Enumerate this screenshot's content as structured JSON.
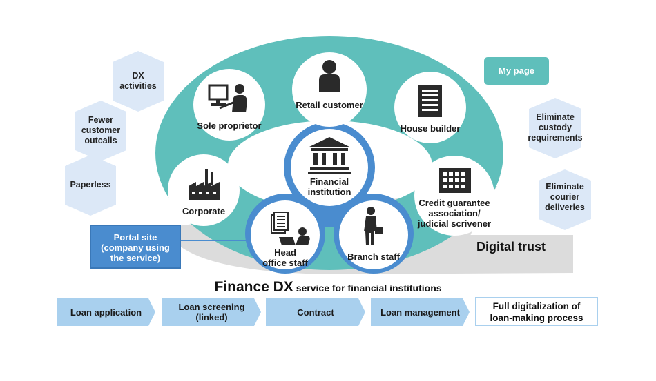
{
  "hexagons": [
    {
      "id": "dx",
      "label": "DX\nactivities"
    },
    {
      "id": "fewer",
      "label": "Fewer\ncustomer\noutcalls"
    },
    {
      "id": "paperless",
      "label": "Paperless"
    },
    {
      "id": "custody",
      "label": "Eliminate\ncustody\nrequirements"
    },
    {
      "id": "courier",
      "label": "Eliminate\ncourier\ndeliveries"
    }
  ],
  "ring_nodes": {
    "retail": "Retail customer",
    "sole": "Sole proprietor",
    "house": "House builder",
    "corporate": "Corporate",
    "credit": "Credit guarantee\nassociation/\njudicial scrivener"
  },
  "center_nodes": {
    "financial": "Financial\ninstitution",
    "head": "Head\noffice staff",
    "branch": "Branch staff"
  },
  "portal_site": "Portal site\n(company using\nthe service)",
  "my_page": "My page",
  "digital_trust": "Digital trust",
  "title_big": "Finance DX",
  "title_small": " service for financial institutions",
  "steps": [
    "Loan application",
    "Loan screening\n(linked)",
    "Contract",
    "Loan management"
  ],
  "final_step": "Full digitalization of\nloan-making process",
  "colors": {
    "teal": "#5fbfbb",
    "blue": "#4a8ccf",
    "hex": "#dce8f7",
    "arrow": "#a9d0ee"
  }
}
